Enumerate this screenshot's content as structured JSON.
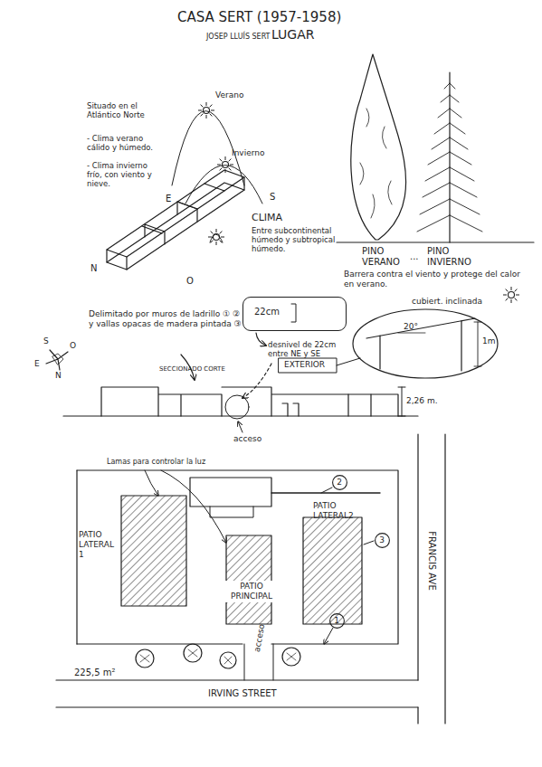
{
  "diagram": {
    "title": "CASA SERT (1957-1958)",
    "nodes": [
      {
        "text": [
          "22cm"
        ]
      },
      {
        "text": [
          "2"
        ]
      },
      {
        "text": [
          "3"
        ]
      },
      {
        "text": [
          "1"
        ]
      }
    ],
    "labels": [
      "JOSEP LLUÍS SERT",
      "LUGAR",
      "Verano",
      "Invierno",
      "E",
      "S",
      "N",
      "O",
      "Situado en el Atlántico Norte",
      "- Clima verano cálido y húmedo.",
      "- Clima invierno frío, con viento y nieve.",
      "CLIMA",
      "Entre subcontinental húmedo y subtropical húmedo.",
      "PINO VERANO",
      "...",
      "PINO INVIERNO",
      "Barrera contra el viento y protege del calor en verano.",
      "Delimitado por muros de ladrillo ① ② y vallas opacas de madera pintada ③",
      "desnivel de 22cm entre NE y SE",
      "cubiert. inclinada",
      "20°",
      "1m",
      "S",
      "O",
      "E",
      "N",
      "SECCIONADO CORTE",
      "EXTERIOR",
      "2,26 m.",
      "acceso",
      "Lamas para controlar la luz",
      "PATIO LATERAL 1",
      "PATIO LATERAL2",
      "PATIO PRINCIPAL",
      "acceso",
      "225,5 m²",
      "IRVING STREET",
      "FRANCIS AVE"
    ]
  }
}
